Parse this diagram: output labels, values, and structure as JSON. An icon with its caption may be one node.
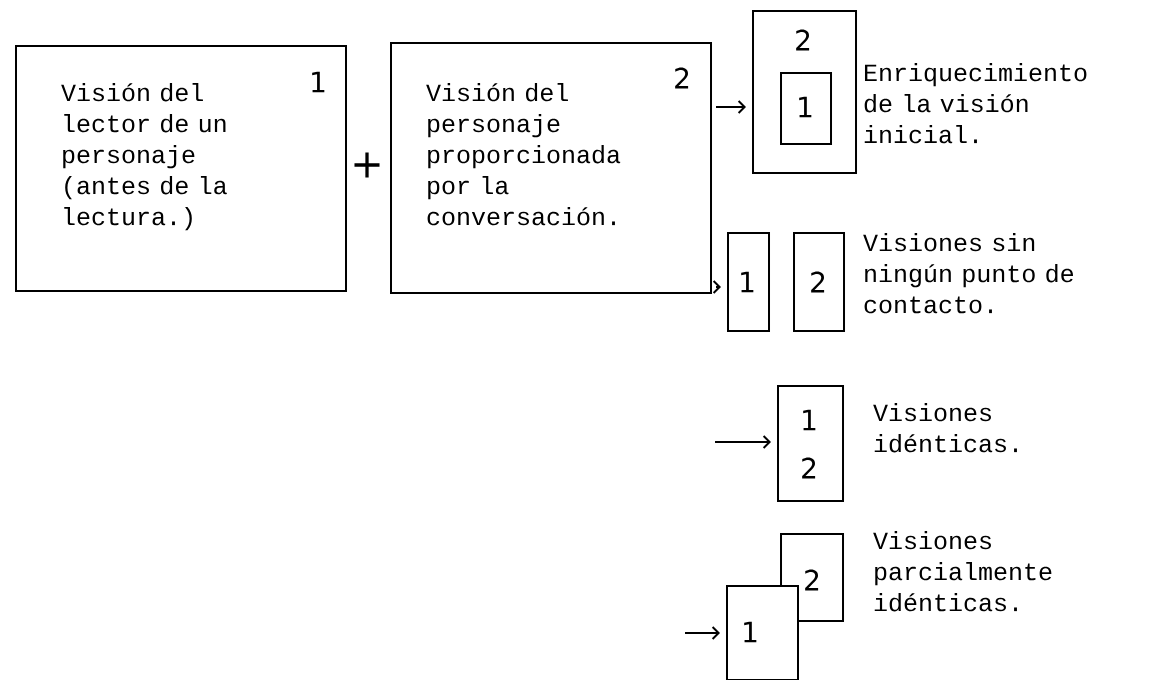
{
  "diagram": {
    "nodes": [
      {
        "text": [
          "Visión del lector de un personaje (antes de la lectura.)",
          "1"
        ]
      },
      {
        "text": [
          "Visión del personaje proporcionada por la conversación.",
          "2"
        ]
      },
      {
        "text": [
          "2"
        ],
        "beside": [
          "Enriquecimiento de la visión inicial."
        ]
      },
      {
        "text": [
          "1"
        ],
        "in": 2
      },
      {
        "text": [
          "1"
        ]
      },
      {
        "text": [
          "2"
        ],
        "beside": [
          "Visiones sin ningún punto de contacto."
        ]
      },
      {
        "text": [
          "1",
          "2"
        ],
        "beside": [
          "Visiones idénticas."
        ]
      },
      {
        "text": [
          "2"
        ],
        "beside": [
          "Visiones parcialmente idénticas."
        ]
      },
      {
        "text": [
          "1"
        ]
      }
    ],
    "edges": [
      {
        "from": 1,
        "to": 2,
        "arrow": "to"
      },
      {
        "from": 1,
        "to": 4,
        "arrow": "to"
      },
      {
        "from": null,
        "to": 6,
        "arrow": "to"
      },
      {
        "from": null,
        "to": 8,
        "arrow": "to"
      }
    ],
    "labels": [
      "+"
    ]
  }
}
